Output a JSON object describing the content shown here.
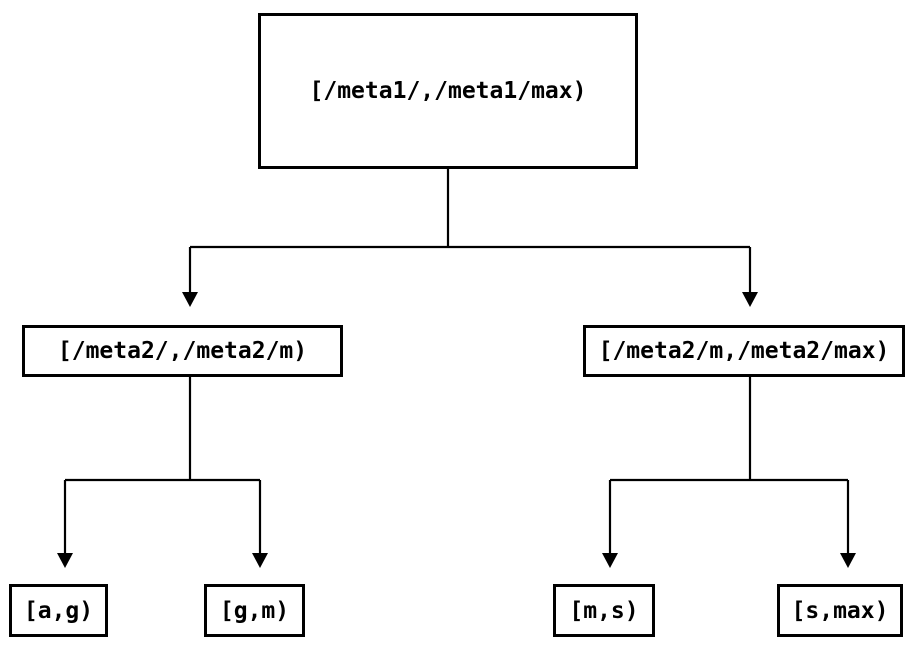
{
  "colors": {
    "background": "#ffffff",
    "line": "#000000",
    "text": "#000000"
  },
  "tree": {
    "root": {
      "label": "[/meta1/,/meta1/max)"
    },
    "level2": [
      {
        "label": "[/meta2/,/meta2/m)"
      },
      {
        "label": "[/meta2/m,/meta2/max)"
      }
    ],
    "leaves": [
      {
        "label": "[a,g)"
      },
      {
        "label": "[g,m)"
      },
      {
        "label": "[m,s)"
      },
      {
        "label": "[s,max)"
      }
    ]
  }
}
